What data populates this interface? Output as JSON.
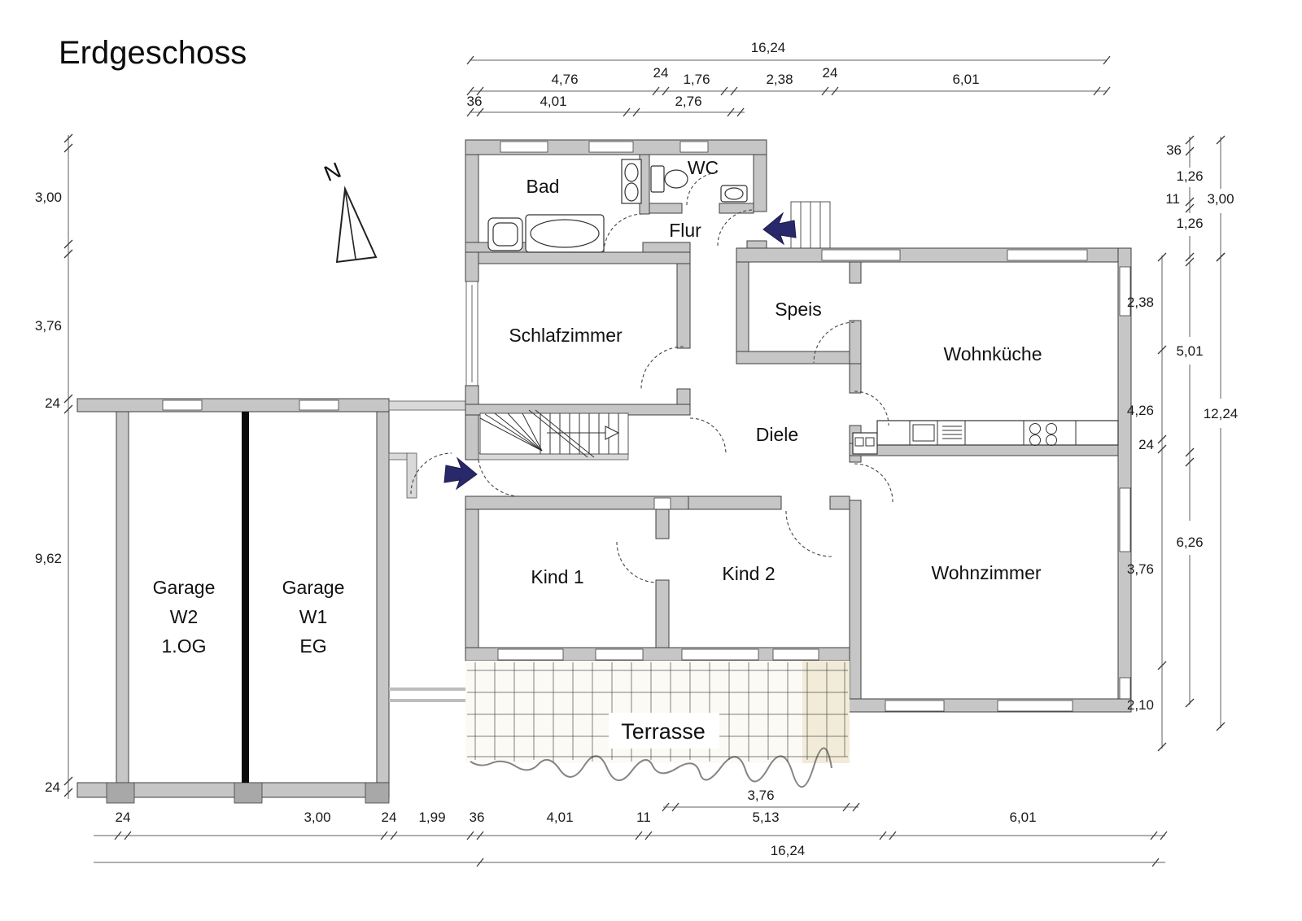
{
  "title": "Erdgeschoss",
  "north_label": "N",
  "rooms": {
    "bad": "Bad",
    "wc": "WC",
    "flur": "Flur",
    "schlafzimmer": "Schlafzimmer",
    "speis": "Speis",
    "wohnkueche": "Wohnküche",
    "diele": "Diele",
    "kind1": "Kind 1",
    "kind2": "Kind 2",
    "wohnzimmer": "Wohnzimmer",
    "terrasse": "Terrasse",
    "garage_w2": [
      "Garage",
      "W2",
      "1.OG"
    ],
    "garage_w1": [
      "Garage",
      "W1",
      "EG"
    ]
  },
  "dims": {
    "top_total": "16,24",
    "top_row2": [
      "4,76",
      "24",
      "1,76",
      "2,38",
      "24",
      "6,01"
    ],
    "top_row3": [
      "36",
      "4,01",
      "2,76"
    ],
    "left": [
      "3,00",
      "3,76",
      "24",
      "9,62",
      "24"
    ],
    "right_up": [
      "36",
      "1,26",
      "11",
      "1,26"
    ],
    "right_up_total": "3,00",
    "right_inner": [
      "2,38",
      "4,26",
      "24",
      "3,76",
      "2,10"
    ],
    "right_mid": [
      "5,01",
      "6,26"
    ],
    "right_total": "12,24",
    "bottom": [
      "24",
      "3,00",
      "24",
      "1,99",
      "36",
      "4,01",
      "11",
      "5,13",
      "6,01"
    ],
    "terrace": "3,76",
    "bottom_total": "16,24"
  },
  "colors": {
    "wall": "#c6c6c6",
    "wall_edge": "#3f3f3f",
    "garage_divider": "#0a0a0a",
    "entry_arrow": "#28286a",
    "dim_line": "#5f5f5f"
  }
}
